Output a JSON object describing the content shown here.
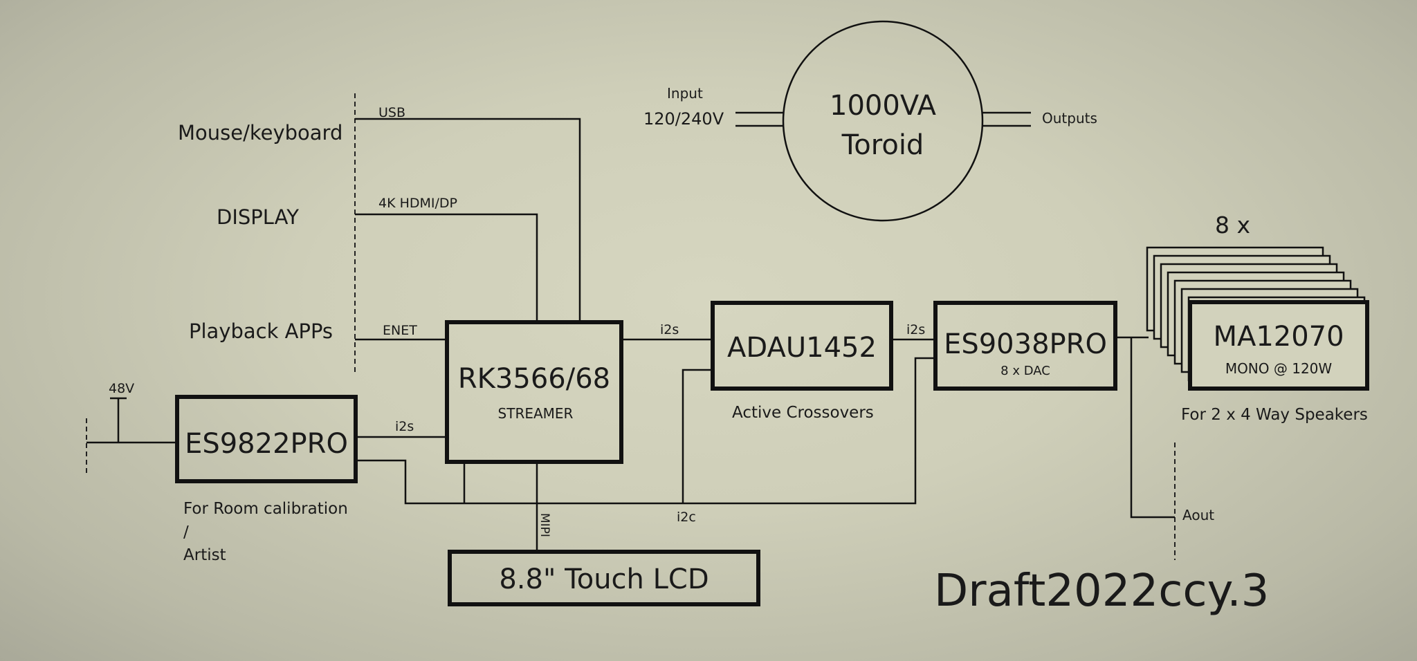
{
  "labels": {
    "mouse": "Mouse/keyboard",
    "display": "DISPLAY",
    "playback": "Playback APPs",
    "usb": "USB",
    "hdmi": "4K HDMI/DP",
    "enet": "ENET",
    "v48": "48V",
    "i2s_adc": "i2s",
    "i2s_streamer": "i2s",
    "i2s_dsp": "i2s",
    "i2c": "i2c",
    "mipi": "MIPI",
    "input_top": "Input",
    "input_bottom": "120/240V",
    "outputs": "Outputs",
    "active_crossovers": "Active Crossovers",
    "room_cal_1": "For Room calibration",
    "room_cal_2": "/",
    "room_cal_3": "Artist",
    "speakers": "For 2 x 4 Way Speakers",
    "aout": "Aout",
    "times8": "8 x",
    "draft": "Draft2022ccy.3"
  },
  "blocks": {
    "streamer_title": "RK3566/68",
    "streamer_sub": "STREAMER",
    "dsp_title": "ADAU1452",
    "dac_title": "ES9038PRO",
    "dac_sub": "8 x DAC",
    "adc_title": "ES9822PRO",
    "amp_title": "MA12070",
    "amp_sub": "MONO @ 120W",
    "lcd_title": "8.8\" Touch LCD",
    "toroid_line1": "1000VA",
    "toroid_line2": "Toroid"
  }
}
